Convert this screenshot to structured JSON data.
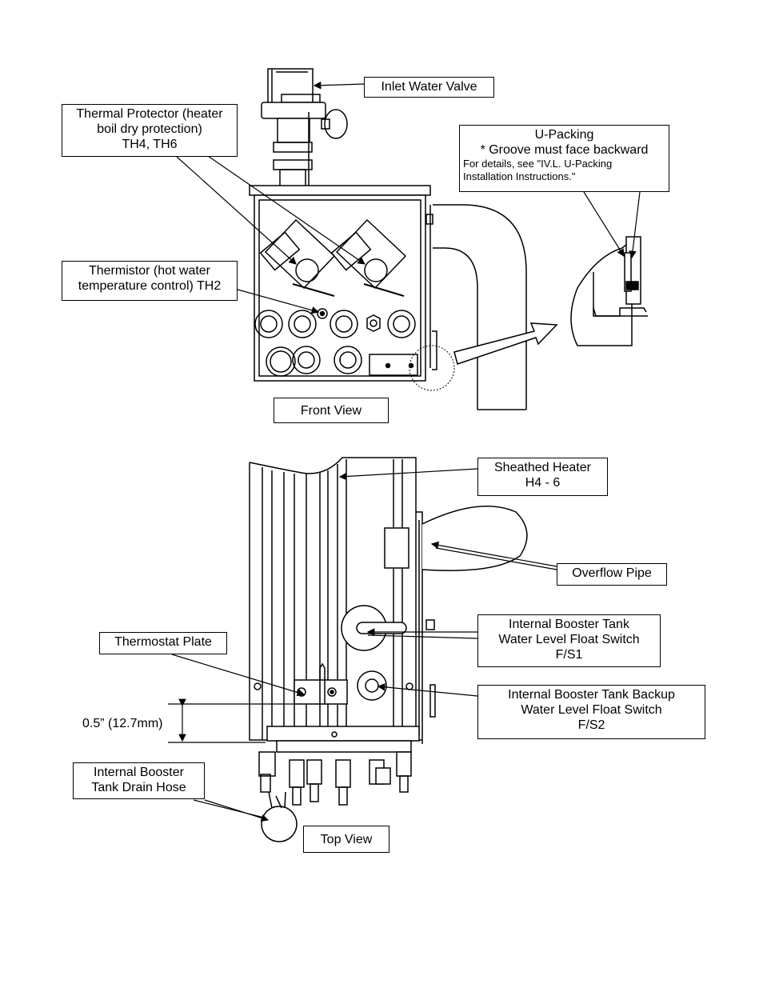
{
  "labels": {
    "inlet_valve": "Inlet Water Valve",
    "thermal_protector": [
      "Thermal Protector (heater",
      "boil dry protection)",
      "TH4, TH6"
    ],
    "u_packing": [
      "U-Packing",
      "* Groove must face backward"
    ],
    "u_packing_note": [
      "For details, see \"IV.L. U-Packing",
      "Installation Instructions.\""
    ],
    "thermistor": [
      "Thermistor (hot water",
      "temperature control) TH2"
    ],
    "front_view": "Front View",
    "sheathed_heater": [
      "Sheathed Heater",
      "H4 - 6"
    ],
    "overflow_pipe": "Overflow Pipe",
    "thermostat_plate": "Thermostat Plate",
    "float_switch_1": [
      "Internal Booster Tank",
      "Water Level Float Switch",
      "F/S1"
    ],
    "float_switch_2": [
      "Internal Booster Tank Backup",
      "Water Level Float Switch",
      "F/S2"
    ],
    "dimension": "0.5” (12.7mm)",
    "drain_hose": [
      "Internal Booster",
      "Tank Drain Hose"
    ],
    "top_view": "Top View"
  }
}
